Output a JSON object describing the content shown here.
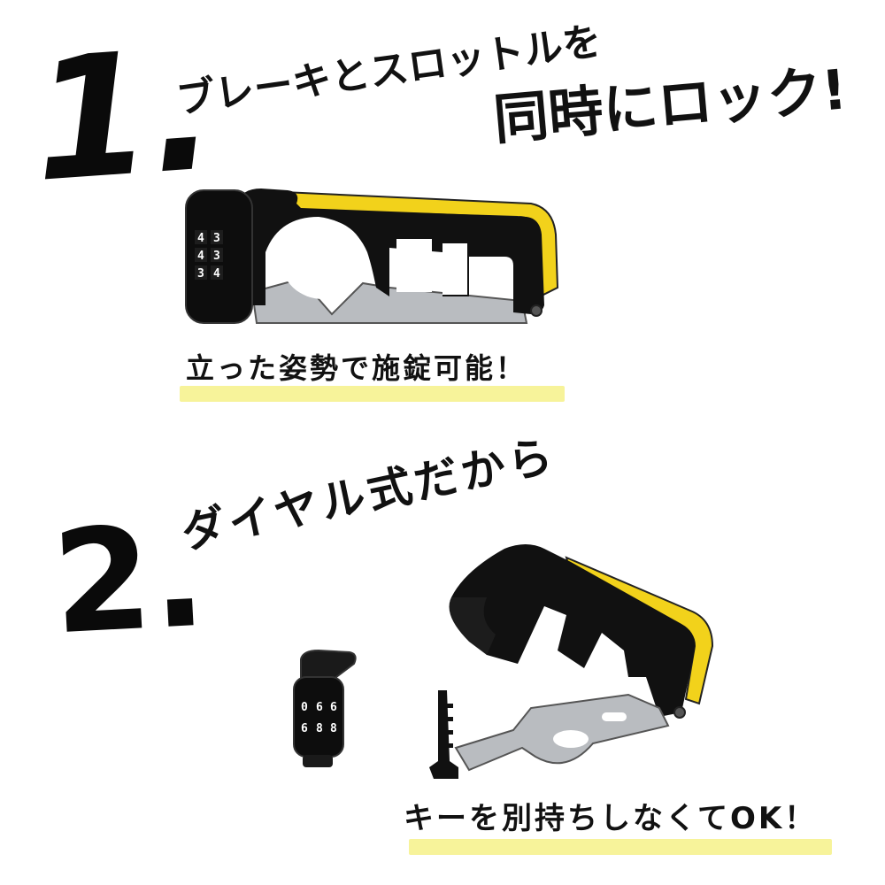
{
  "section1": {
    "number": "1.",
    "headline_line1": "ブレーキとスロットルを",
    "headline_line2": "同時にロック!",
    "caption": "立った姿勢で施錠可能！",
    "dial_digits": [
      "4",
      "3",
      "4",
      "3",
      "3",
      "4"
    ]
  },
  "section2": {
    "number": "2.",
    "headline": "ダイヤル式だから",
    "caption": "キーを別持ちしなくてOK！",
    "dial_digits": [
      "0",
      "6",
      "6",
      "6",
      "8",
      "8"
    ]
  },
  "colors": {
    "lock_body": "#111111",
    "lock_accent": "#f2d21b",
    "lock_metal": "#b9bcc0",
    "highlight": "#f7f39a",
    "text": "#111111"
  }
}
